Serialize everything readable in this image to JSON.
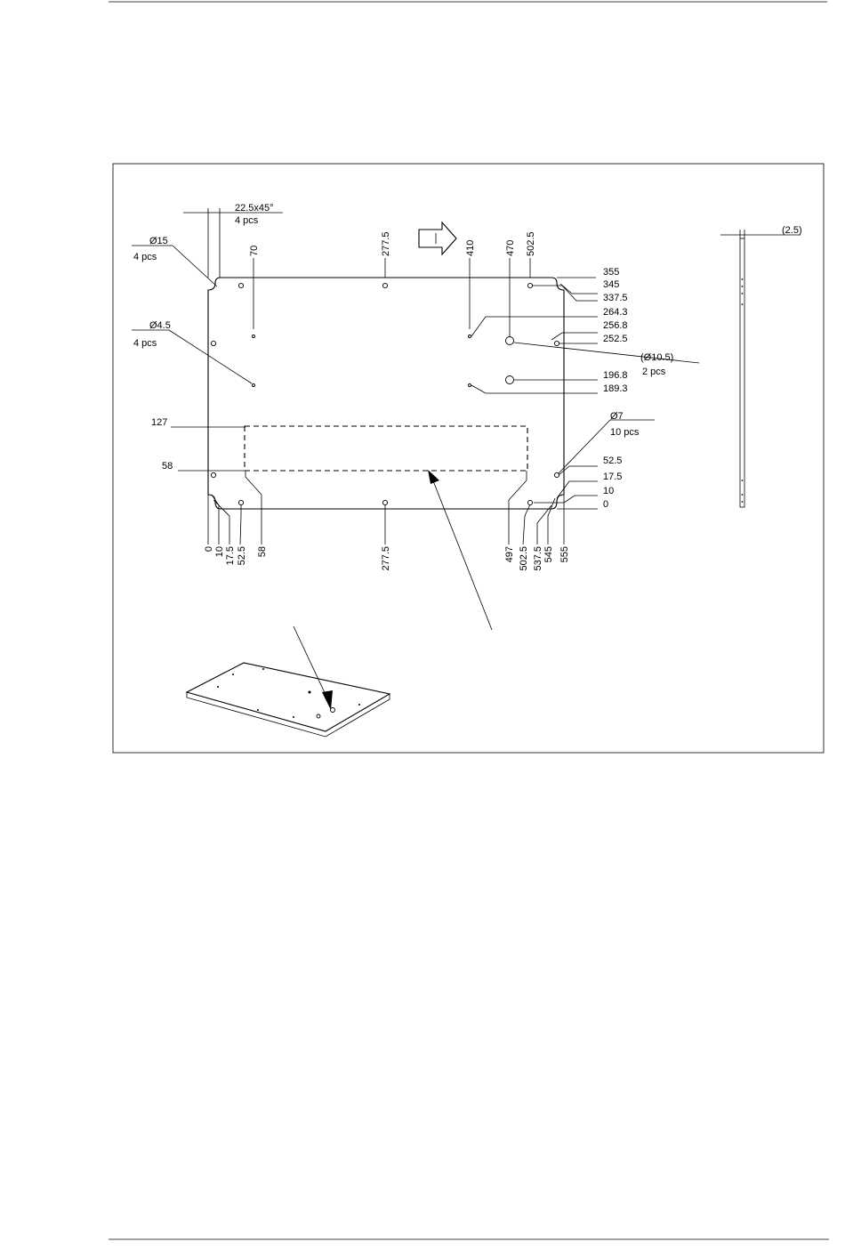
{
  "top_labels": [
    "22.5x45°",
    "4 pcs",
    "70",
    "277.5",
    "410",
    "470",
    "502.5"
  ],
  "left_labels": [
    "Ø15",
    "4 pcs",
    "Ø4.5",
    "4 pcs",
    "127",
    "58"
  ],
  "right_labels": [
    "355",
    "345",
    "337.5",
    "264.3",
    "256.8",
    "252.5",
    "(Ø10.5)",
    "2 pcs",
    "196.8",
    "189.3",
    "Ø7",
    "10 pcs",
    "52.5",
    "17.5",
    "10",
    "0"
  ],
  "bottom_labels": [
    "0",
    "10",
    "17.5",
    "52.5",
    "58",
    "277.5",
    "497",
    "502.5",
    "537.5",
    "545",
    "555"
  ],
  "side_view": {
    "thickness": "(2.5)"
  }
}
